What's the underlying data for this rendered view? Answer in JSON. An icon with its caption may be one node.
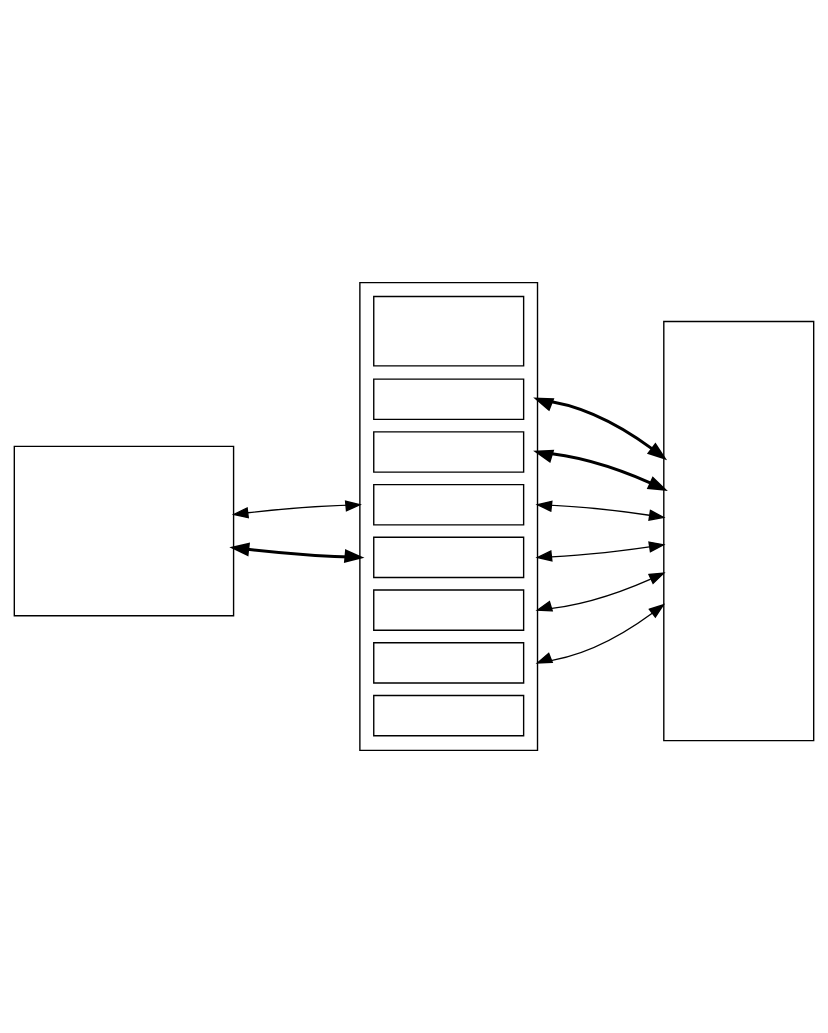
{
  "diagram": {
    "nodes": [
      {
        "text": [],
        "shape": "box"
      },
      {
        "text": [],
        "shape": "box"
      },
      {
        "text": [],
        "shape": "box",
        "in": 1
      },
      {
        "text": [],
        "shape": "box",
        "in": 1
      },
      {
        "text": [],
        "shape": "box",
        "in": 1
      },
      {
        "text": [],
        "shape": "box",
        "in": 1
      },
      {
        "text": [],
        "shape": "box",
        "in": 1
      },
      {
        "text": [],
        "shape": "box",
        "in": 1
      },
      {
        "text": [],
        "shape": "box",
        "in": 1
      },
      {
        "text": [],
        "shape": "box",
        "in": 1
      },
      {
        "text": [],
        "shape": "box"
      }
    ],
    "edges": [
      {
        "from": 0,
        "to": 1,
        "arrow": "both"
      },
      {
        "from": 0,
        "to": 1,
        "arrow": "both",
        "style": "thick"
      },
      {
        "from": 1,
        "to": 10,
        "arrow": "both",
        "style": "thick"
      },
      {
        "from": 1,
        "to": 10,
        "arrow": "both",
        "style": "thick"
      },
      {
        "from": 1,
        "to": 10,
        "arrow": "both"
      },
      {
        "from": 1,
        "to": 10,
        "arrow": "both"
      },
      {
        "from": 1,
        "to": 10,
        "arrow": "both"
      },
      {
        "from": 1,
        "to": 10,
        "arrow": "both"
      }
    ]
  }
}
